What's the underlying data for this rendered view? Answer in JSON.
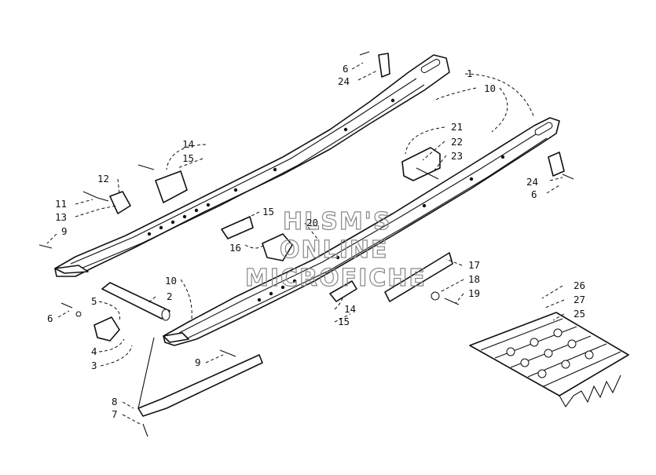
{
  "watermark": {
    "line1": "HLSM'S",
    "line2": "ONLINE",
    "line3": "MICROFICHE"
  },
  "callouts": [
    {
      "id": "c-1",
      "text": "1"
    },
    {
      "id": "c-10-top",
      "text": "10"
    },
    {
      "id": "c-6-top",
      "text": "6"
    },
    {
      "id": "c-24-top",
      "text": "24"
    },
    {
      "id": "c-21",
      "text": "21"
    },
    {
      "id": "c-22",
      "text": "22"
    },
    {
      "id": "c-23",
      "text": "23"
    },
    {
      "id": "c-24-right",
      "text": "24"
    },
    {
      "id": "c-6-right",
      "text": "6"
    },
    {
      "id": "c-14-top",
      "text": "14"
    },
    {
      "id": "c-15-top",
      "text": "15"
    },
    {
      "id": "c-12",
      "text": "12"
    },
    {
      "id": "c-11",
      "text": "11"
    },
    {
      "id": "c-13",
      "text": "13"
    },
    {
      "id": "c-9-left",
      "text": "9"
    },
    {
      "id": "c-15-mid",
      "text": "15"
    },
    {
      "id": "c-20",
      "text": "20"
    },
    {
      "id": "c-16",
      "text": "16"
    },
    {
      "id": "c-17",
      "text": "17"
    },
    {
      "id": "c-18",
      "text": "18"
    },
    {
      "id": "c-19",
      "text": "19"
    },
    {
      "id": "c-10-bottom",
      "text": "10"
    },
    {
      "id": "c-2",
      "text": "2"
    },
    {
      "id": "c-5",
      "text": "5"
    },
    {
      "id": "c-6-left",
      "text": "6"
    },
    {
      "id": "c-4",
      "text": "4"
    },
    {
      "id": "c-3",
      "text": "3"
    },
    {
      "id": "c-14-bottom",
      "text": "14"
    },
    {
      "id": "c-15-bottom",
      "text": "15"
    },
    {
      "id": "c-9-bottom",
      "text": "9"
    },
    {
      "id": "c-26",
      "text": "26"
    },
    {
      "id": "c-27",
      "text": "27"
    },
    {
      "id": "c-25",
      "text": "25"
    },
    {
      "id": "c-8",
      "text": "8"
    },
    {
      "id": "c-7",
      "text": "7"
    }
  ]
}
